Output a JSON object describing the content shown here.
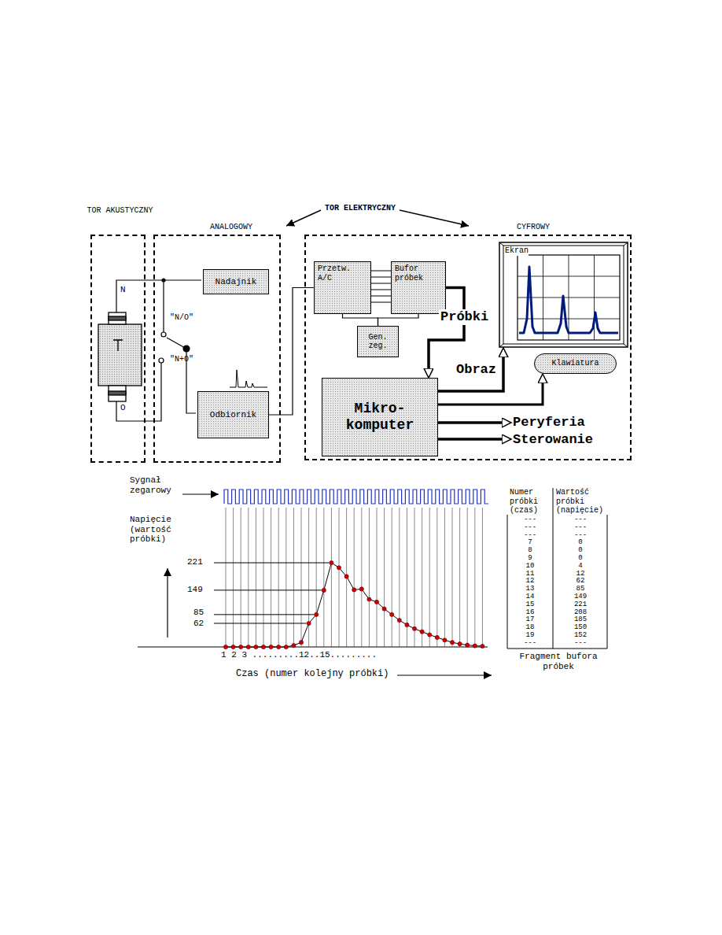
{
  "diagram": {
    "nodes": [
      {
        "text": [
          "TOR AKUSTYCZNY"
        ]
      },
      {
        "text": [
          "ANALOGOWY"
        ]
      },
      {
        "text": [
          "Nadajnik"
        ],
        "in": 1
      },
      {
        "text": [
          "Odbiornik"
        ],
        "in": 1
      },
      {
        "text": [
          "CYFROWY"
        ]
      },
      {
        "text": [
          "Przetw. A/C"
        ],
        "in": 4
      },
      {
        "text": [
          "Bufor próbek"
        ],
        "in": 4
      },
      {
        "text": [
          "Gen. zeg."
        ],
        "in": 4
      },
      {
        "text": [
          "Ekran"
        ],
        "in": 4
      },
      {
        "text": [
          "Klawiatura"
        ],
        "in": 4
      },
      {
        "text": [
          "Mikro- komputer"
        ],
        "in": 4
      }
    ],
    "edges": [
      {
        "from": 3,
        "to": 5,
        "arrow": "none"
      },
      {
        "from": 5,
        "to": 6,
        "arrow": "none"
      },
      {
        "from": 7,
        "to": 5,
        "arrow": "none"
      },
      {
        "from": 7,
        "to": 6,
        "arrow": "none"
      },
      {
        "from": 6,
        "to": 10,
        "label": "Próbki",
        "arrow": "to"
      },
      {
        "from": 10,
        "to": 8,
        "label": "Obraz",
        "arrow": "to"
      },
      {
        "from": 10,
        "to": 9,
        "arrow": "to"
      }
    ],
    "labels": [
      "TOR ELEKTRYCZNY",
      "N",
      "O",
      "\"N/O\"",
      "\"N+O\"",
      "Peryferia",
      "Sterowanie",
      "Sygnał zegarowy",
      "Napięcie (wartość próbki)",
      "221",
      "149",
      "85",
      "62",
      "1 2 3 .........12..15.........",
      "Czas (numer kolejny próbki)",
      "Numer próbki (czas)",
      "Wartość próbki (napięcie)",
      "---",
      "---",
      "---",
      "---",
      "---",
      "---",
      "7",
      "0",
      "8",
      "0",
      "9",
      "0",
      "10",
      "4",
      "11",
      "12",
      "12",
      "62",
      "13",
      "85",
      "14",
      "149",
      "15",
      "221",
      "16",
      "208",
      "17",
      "185",
      "18",
      "150",
      "19",
      "152",
      "---",
      "---",
      "Fragment bufora próbek"
    ]
  }
}
